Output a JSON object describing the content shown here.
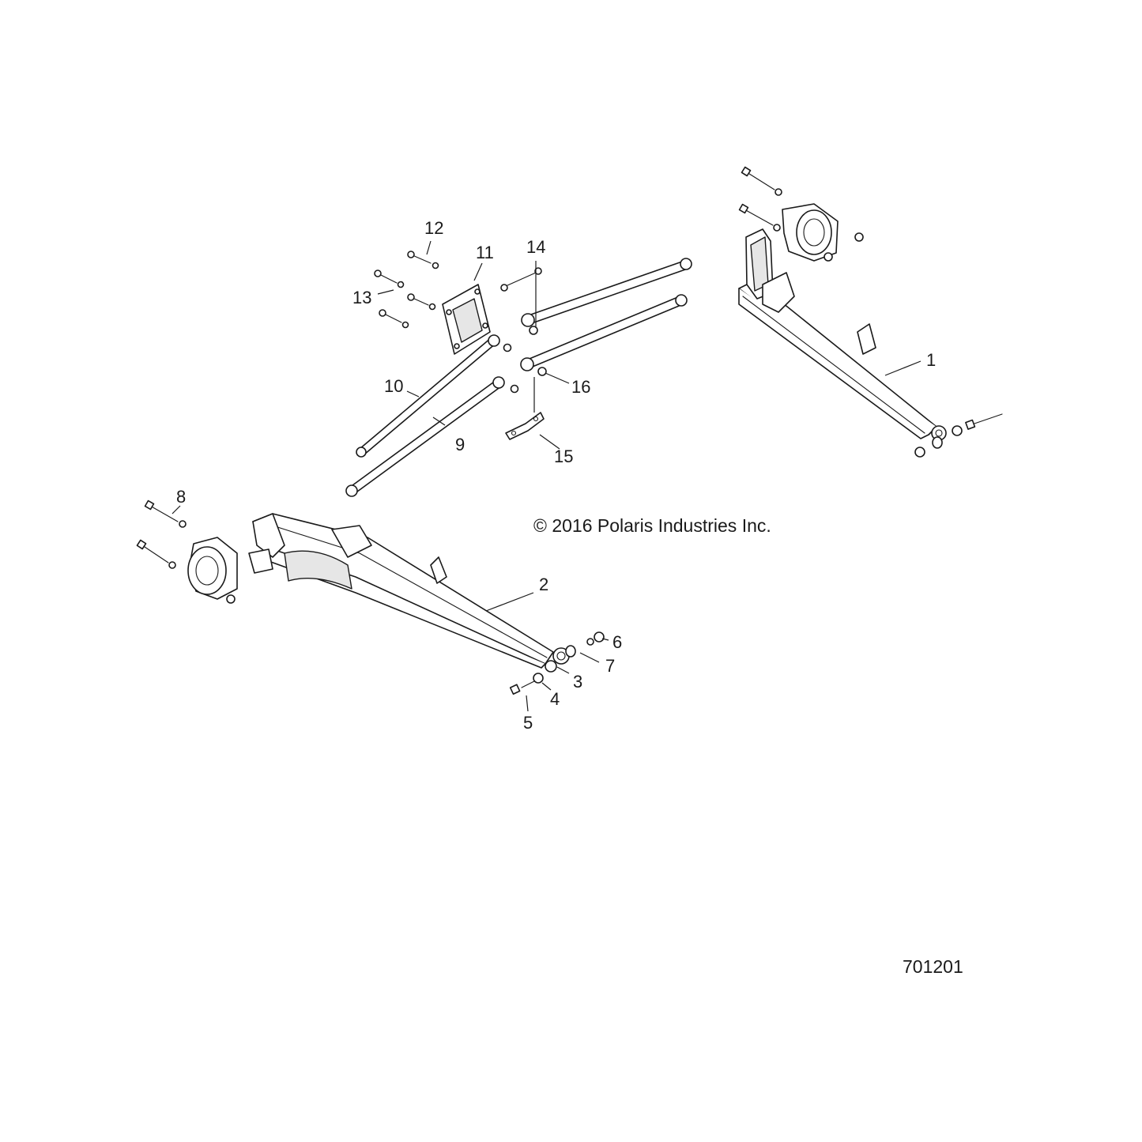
{
  "diagram": {
    "copyright": "© 2016 Polaris Industries Inc.",
    "figure_number": "701201",
    "callouts": [
      "1",
      "2",
      "3",
      "4",
      "5",
      "6",
      "7",
      "8",
      "9",
      "10",
      "11",
      "12",
      "13",
      "14",
      "15",
      "16"
    ]
  }
}
